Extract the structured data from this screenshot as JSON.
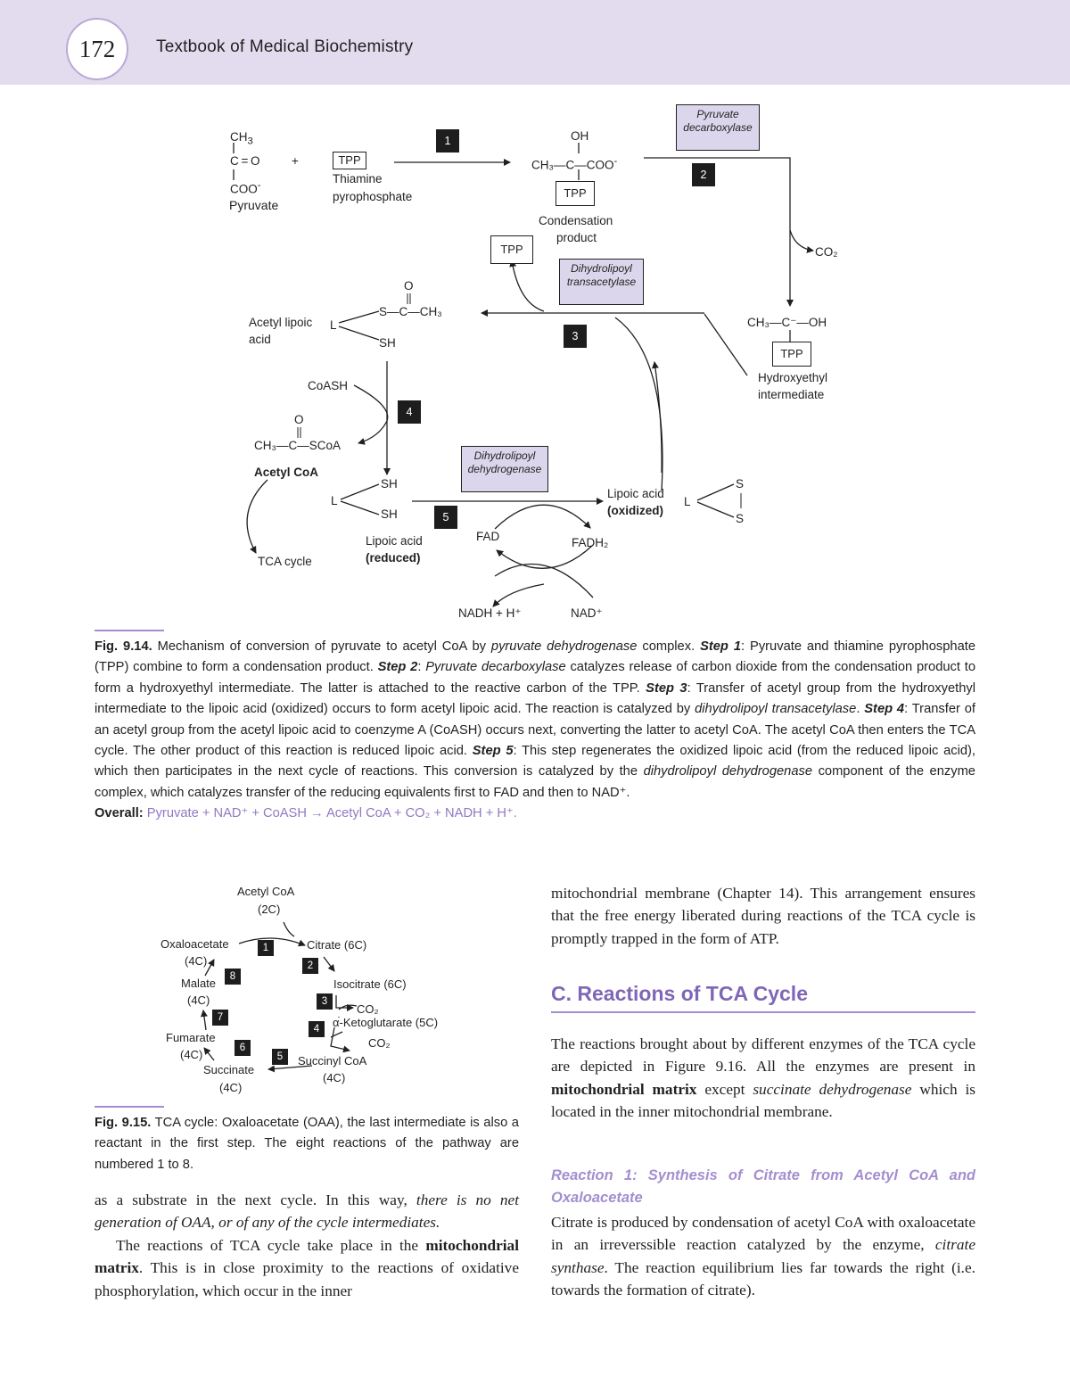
{
  "header": {
    "page_number": "172",
    "book_title": "Textbook of Medical Biochemistry"
  },
  "fig914": {
    "pyruvate": {
      "ch3": "CH",
      "ch3_sub": "3",
      "co": "C = O",
      "coo": "COO",
      "coo_sup": "-",
      "name": "Pyruvate"
    },
    "plus": "+",
    "tpp": "TPP",
    "thiamine": "Thiamine",
    "pyrophosphate": "pyrophosphate",
    "steps": [
      "1",
      "2",
      "3",
      "4",
      "5"
    ],
    "condensation": {
      "oh": "OH",
      "formula": "CH₃—C—COO",
      "formula_sup": "-",
      "name_line1": "Condensation",
      "name_line2": "product"
    },
    "enzyme_decarboxylase": {
      "line1": "Pyruvate",
      "line2": "decarboxylase"
    },
    "enzyme_transacetylase": {
      "line1": "Dihydrolipoyl",
      "line2": "transacetylase"
    },
    "enzyme_dehydrogenase": {
      "line1": "Dihydrolipoyl",
      "line2": "dehydrogenase"
    },
    "co2": "CO₂",
    "hydroxyethyl": {
      "formula": "CH₃—C⁻—OH",
      "name_line1": "Hydroxyethyl",
      "name_line2": "intermediate"
    },
    "acetyl_lipoic": {
      "o": "O",
      "group": "S—C—CH₃",
      "sh": "SH",
      "l": "L",
      "name_line1": "Acetyl lipoic",
      "name_line2": "acid"
    },
    "coash": "CoASH",
    "acetyl_coa": {
      "o": "O",
      "formula": "CH₃—C—SCoA",
      "name": "Acetyl CoA"
    },
    "tca_cycle": "TCA cycle",
    "reduced_lipoic": {
      "l": "L",
      "sh1": "SH",
      "sh2": "SH",
      "name_line1": "Lipoic acid",
      "name_line2": "(reduced)"
    },
    "oxidized_lipoic": {
      "name_line1": "Lipoic acid",
      "name_line2": "(oxidized)",
      "l": "L",
      "s1": "S",
      "s2": "S"
    },
    "fad": "FAD",
    "fadh2": "FADH₂",
    "nadh": "NADH + H⁺",
    "nad": "NAD⁺"
  },
  "fig914_caption": {
    "label": "Fig. 9.14.",
    "t1": " Mechanism of conversion of pyruvate to acetyl CoA by ",
    "i1": "pyruvate dehydrogenase",
    "t2": " complex. ",
    "s1": "Step 1",
    "t3": ": Pyruvate and thiamine pyrophosphate (TPP) combine to form a condensation product. ",
    "s2": "Step 2",
    "t4": ": ",
    "i2": "Pyruvate decarboxylase",
    "t5": " catalyzes release of carbon dioxide from the condensation product to form a hydroxyethyl intermediate. The latter is attached to the reactive carbon of the TPP. ",
    "s3": "Step 3",
    "t6": ": Transfer of acetyl group from the hydroxyethyl intermediate to the lipoic acid (oxidized) occurs to form acetyl lipoic acid. The reaction is catalyzed by ",
    "i3": "dihydrolipoyl transacetylase",
    "t7": ". ",
    "s4": "Step 4",
    "t8": ": Transfer of an acetyl group from the acetyl lipoic acid to coenzyme A (CoASH) occurs next, converting the latter to acetyl CoA. The acetyl CoA then enters the TCA cycle. The other product of this reaction is reduced lipoic acid. ",
    "s5": "Step 5",
    "t9": ": This step regenerates the oxidized lipoic acid (from the reduced lipoic acid), which then participates in the next cycle of reactions. This conversion is catalyzed by the ",
    "i4": "dihydrolipoyl dehydrogenase",
    "t10": " component of the enzyme complex, which catalyzes transfer of the reducing equivalents first to FAD and then to NAD⁺.",
    "overall_label": "Overall:",
    "overall_eq": " Pyruvate + NAD⁺ + CoASH → Acetyl CoA + CO₂ + NADH + H⁺."
  },
  "fig915": {
    "acetyl_coa": "Acetyl CoA",
    "acetyl_coa_c": "(2C)",
    "oxaloacetate": "Oxaloacetate",
    "oxaloacetate_c": "(4C)",
    "citrate": "Citrate (6C)",
    "isocitrate": "Isocitrate (6C)",
    "co2": "CO₂",
    "ketoglutarate": "α-Ketoglutarate (5C)",
    "succinyl": "Succinyl CoA",
    "succinyl_c": "(4C)",
    "succinate": "Succinate",
    "succinate_c": "(4C)",
    "fumarate": "Fumarate",
    "fumarate_c": "(4C)",
    "malate": "Malate",
    "malate_c": "(4C)",
    "steps": [
      "1",
      "2",
      "3",
      "4",
      "5",
      "6",
      "7",
      "8"
    ]
  },
  "fig915_caption": {
    "label": "Fig. 9.15.",
    "text": " TCA cycle: Oxaloacetate (OAA), the last intermediate is also a reactant in the first step. The eight reactions of the pathway are numbered 1 to 8."
  },
  "left_col": {
    "p1_a": "as a substrate in the next cycle. In this way, ",
    "p1_i": "there is no net generation of OAA, or of any of the cycle intermediates.",
    "p2_a": "The reactions of TCA cycle take place in the ",
    "p2_b": "mitochondrial matrix",
    "p2_c": ". This is in close proximity to the reactions of oxidative phosphorylation, which occur in the inner"
  },
  "right_col": {
    "p0": "mitochondrial membrane (Chapter 14). This arrangement ensures that the free energy liberated during reactions of the TCA cycle is promptly trapped in the form of ATP.",
    "section_title": "C. Reactions of TCA Cycle",
    "p1_a": "The reactions brought about by different enzymes of the TCA cycle are depicted in Figure 9.16. All the enzymes are present in ",
    "p1_b": "mitochondrial matrix",
    "p1_c": " except ",
    "p1_i": "succinate dehydrogenase",
    "p1_d": " which is located in the inner mitochondrial membrane.",
    "subheading": "Reaction 1: Synthesis of Citrate from Acetyl CoA and Oxaloacetate",
    "p2_a": "Citrate is produced by condensation of acetyl CoA with oxaloacetate in an irreverssible reaction catalyzed by the enzyme, ",
    "p2_i": "citrate synthase",
    "p2_b": ". The reaction equilibrium lies far towards the right (i.e. towards the formation of citrate)."
  },
  "colors": {
    "header_band": "#e2dcee",
    "accent": "#7f66b6",
    "enzyme_box": "#dcd6ec",
    "step_box": "#1d1d1d"
  }
}
